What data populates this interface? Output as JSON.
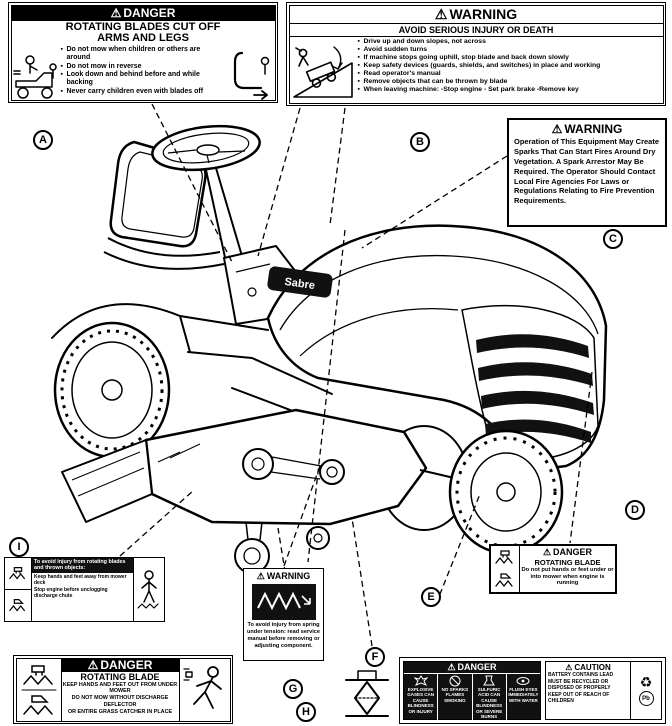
{
  "icons": {
    "warning": "⚠",
    "recycle": "♻",
    "pb": "Pb"
  },
  "callouts": [
    "A",
    "B",
    "C",
    "D",
    "E",
    "F",
    "G",
    "H",
    "I"
  ],
  "brand": "Sabre",
  "label_a": {
    "header": "DANGER",
    "title": "ROTATING BLADES CUT OFF ARMS AND LEGS",
    "bullets": [
      "Do not mow when children or others are around",
      "Do not mow in reverse",
      "Look down and behind before and while backing",
      "Never carry children even with blades off"
    ]
  },
  "label_b": {
    "header": "WARNING",
    "title": "AVOID SERIOUS INJURY OR DEATH",
    "bullets": [
      "Drive up and down slopes, not across",
      "Avoid sudden turns",
      "If machine stops going uphill, stop blade and back down slowly",
      "Keep safety devices (guards, shields, and switches) in place and working",
      "Read operator's manual",
      "Remove objects that can be thrown by blade",
      "When leaving machine: -Stop engine - Set park brake -Remove key"
    ]
  },
  "label_c": {
    "header": "WARNING",
    "body": "Operation of This Equipment May Create Sparks That Can Start Fires Around Dry Vegetation. A Spark Arrestor May Be Required. The Operator Should Contact Local Fire Agencies For Laws or Regulations Relating to Fire Prevention Requirements."
  },
  "label_d": {
    "header": "DANGER",
    "title": "ROTATING BLADE",
    "body": "Do not put hands or feet under or into mower when engine is running"
  },
  "label_e": {
    "danger_header": "DANGER",
    "panels": [
      "EXPLOSIVE GASES CAN CAUSE BLINDNESS OR INJURY",
      "NO SPARKS FLAMES SMOKING",
      "SULFURIC ACID CAN CAUSE BLINDNESS OR SEVERE BURNS",
      "FLUSH EYES IMMEDIATELY WITH WATER"
    ],
    "caution_header": "CAUTION",
    "caution_lines": [
      "BATTERY CONTAINS LEAD",
      "MUST BE RECYCLED OR DISPOSED OF PROPERLY",
      "KEEP OUT OF REACH OF CHILDREN"
    ]
  },
  "label_g": {
    "header": "WARNING",
    "body": "To avoid injury from spring under tension: read service manual before removing or adjusting component."
  },
  "label_h": {
    "header": "DANGER",
    "title": "ROTATING BLADE",
    "lines": [
      "KEEP HANDS AND FEET OUT FROM UNDER MOWER",
      "DO NOT MOW WITHOUT DISCHARGE DEFLECTOR",
      "OR ENTIRE GRASS CATCHER IN PLACE"
    ]
  },
  "label_i": {
    "heading": "To avoid injury from rotating blades and thrown objects:",
    "lines": [
      "Keep hands and feet away from mower deck",
      "Stop engine before unclogging discharge chute"
    ]
  }
}
